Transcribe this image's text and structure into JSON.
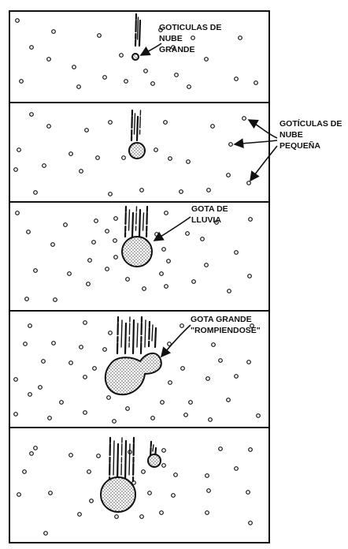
{
  "labels": {
    "large_cloud_droplets": "GOTICULAS DE\nNUBE\nGRANDE",
    "small_cloud_droplets": "GOTÍCULAS DE\nNUBE\nPEQUEÑA",
    "rain_drop": "GOTA DE\nLLUVIA",
    "large_drop_breaking": "GOTA GRANDE\n\"ROMPIENDOSE\""
  },
  "colors": {
    "ink": "#111111",
    "background": "#ffffff"
  }
}
